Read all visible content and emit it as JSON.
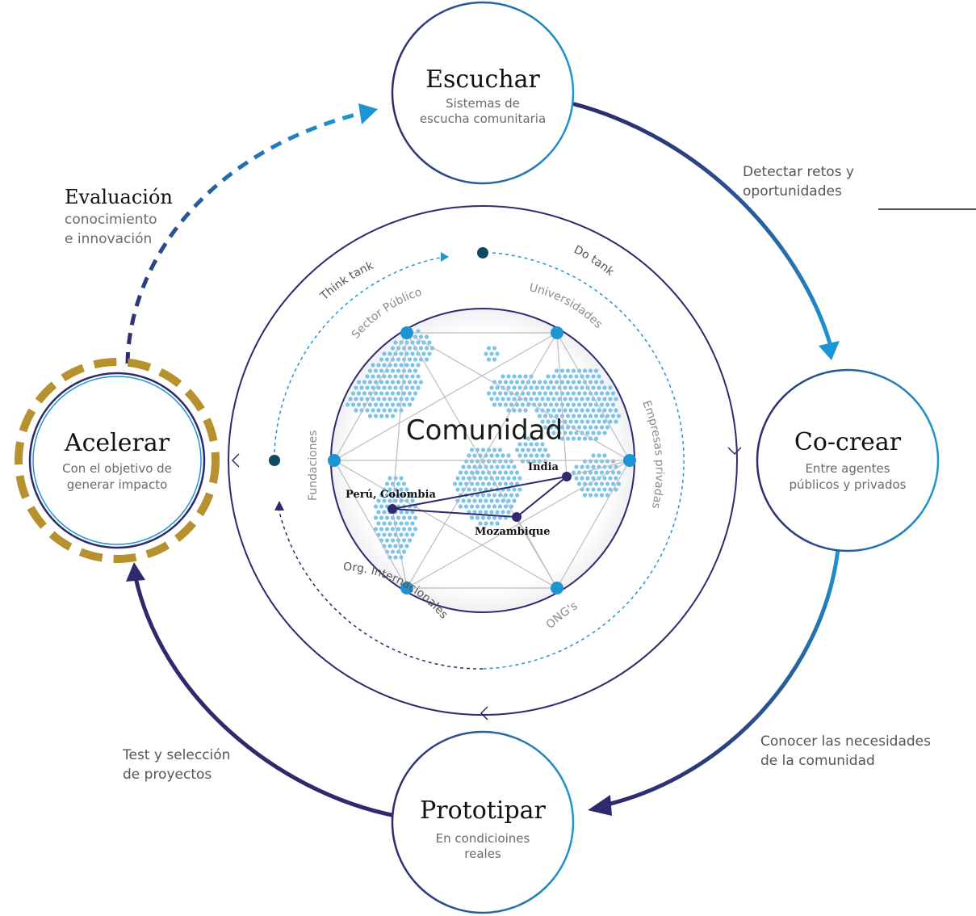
{
  "stages": {
    "escuchar": {
      "title": "Escuchar",
      "sub1": "Sistemas de",
      "sub2": "escucha comunitaria"
    },
    "cocrear": {
      "title": "Co-crear",
      "sub1": "Entre agentes",
      "sub2": "públicos y privados"
    },
    "prototipar": {
      "title": "Prototipar",
      "sub1": "En condicioines",
      "sub2": "reales"
    },
    "acelerar": {
      "title": "Acelerar",
      "sub1": "Con el objetivo de",
      "sub2": "generar impacto"
    }
  },
  "flows": {
    "detectar_1": "Detectar retos y",
    "detectar_2": "oportunidades",
    "conocer_1": "Conocer las necesidades",
    "conocer_2": "de la comunidad",
    "test_1": "Test y selección",
    "test_2": "de proyectos"
  },
  "evaluacion": {
    "title": "Evaluación",
    "sub1": "conocimiento",
    "sub2": "e innovación"
  },
  "ring": {
    "think_tank": "Think tank",
    "do_tank": "Do tank",
    "sector_publico": "Sector Público",
    "universidades": "Universidades",
    "empresas_privadas": "Empresas privadas",
    "ongs": "ONG's",
    "org_internacionales": "Org. Internacionales",
    "fundaciones": "Fundaciones"
  },
  "center": {
    "title": "Comunidad",
    "places": {
      "india": "India",
      "peru": "Perú, Colombia",
      "mozambique": "Mozambique"
    }
  },
  "colors": {
    "navy": "#2e2a6b",
    "blue": "#1e95d3",
    "light_blue": "#7ec3ea",
    "gold": "#b8912f",
    "dark_teal": "#0f4a64"
  }
}
